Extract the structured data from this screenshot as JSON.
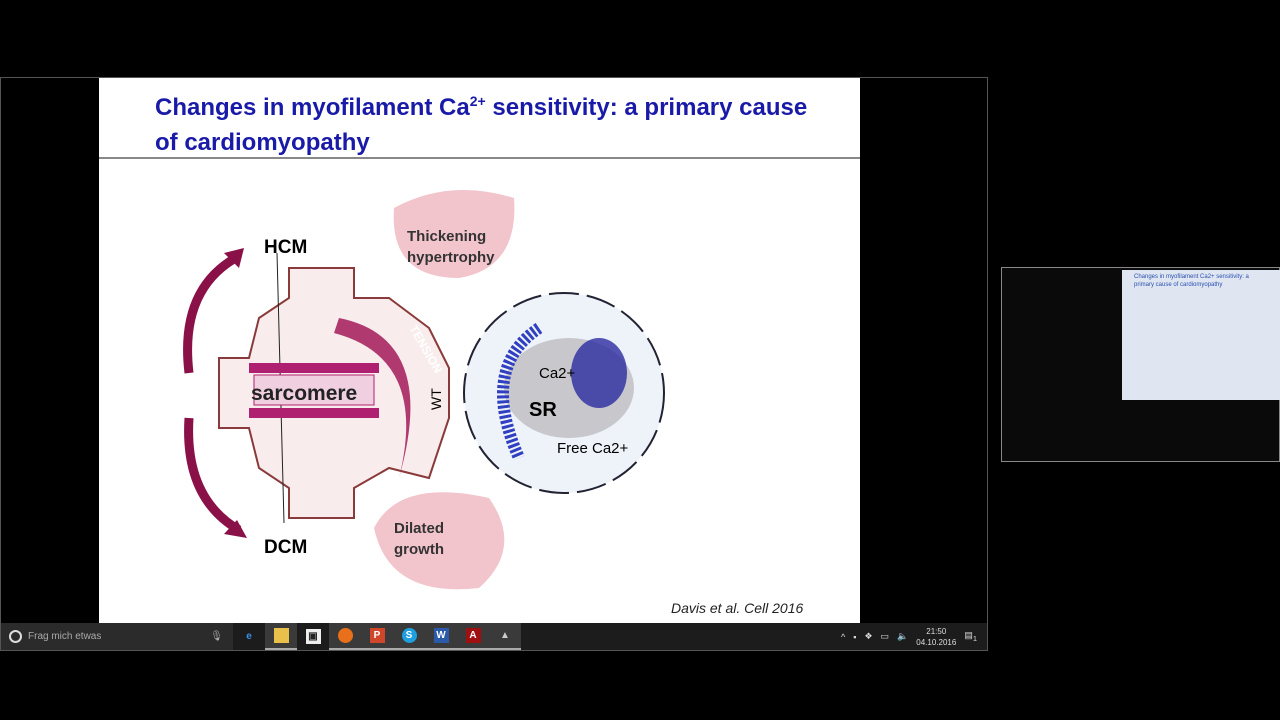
{
  "slide": {
    "title_part1": "Changes in myofilament Ca",
    "title_sup": "2+",
    "title_part2": " sensitivity:  a primary cause of cardiomyopathy",
    "diagram": {
      "hcm": "HCM",
      "dcm": "DCM",
      "sarcomere": "sarcomere",
      "tension": "TENSION",
      "wt": "WT",
      "thickening": "Thickening",
      "hypertrophy": "hypertrophy",
      "dilated": "Dilated",
      "growth": "growth",
      "ca": "Ca2+",
      "sr": "SR",
      "free_ca": "Free Ca2+"
    },
    "citation": "Davis et al. Cell 2016"
  },
  "taskbar": {
    "search_placeholder": "Frag mich etwas",
    "apps": [
      "edge",
      "file-explorer",
      "store",
      "firefox",
      "powerpoint",
      "skype",
      "word",
      "acrobat",
      "app"
    ],
    "time": "21:50",
    "date": "04.10.2016",
    "notifications": "1"
  },
  "camera": {
    "screen_title": "Changes in myofilament Ca2+ sensitivity: a primary cause of cardiomyopathy"
  }
}
